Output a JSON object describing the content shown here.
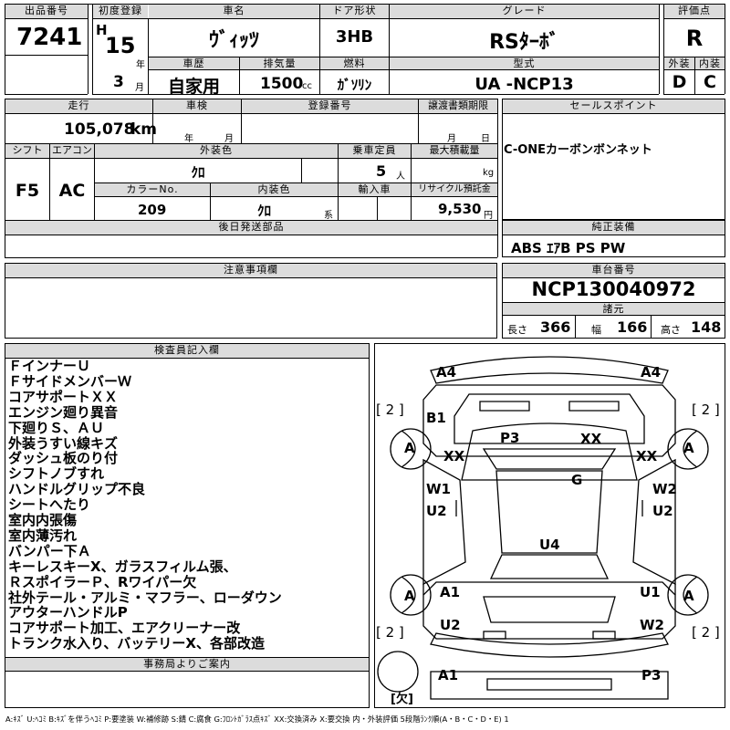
{
  "top": {
    "lot_number_label": "出品番号",
    "lot_number": "7241",
    "first_reg_label": "初度登録",
    "era": "H",
    "year": "15",
    "year_unit": "年",
    "month": "3",
    "month_unit": "月",
    "car_name_label": "車名",
    "car_name": "ｳﾞｨｯﾂ",
    "door_label": "ドア形状",
    "door": "3HB",
    "grade_label": "グレード",
    "grade": "RSﾀｰﾎﾞ",
    "score_label": "評価点",
    "score": "R",
    "history_label": "車歴",
    "history": "自家用",
    "displacement_label": "排気量",
    "displacement": "1500",
    "displacement_unit": "cc",
    "fuel_label": "燃料",
    "fuel": "ｶﾞｿﾘﾝ",
    "model_label": "型式",
    "model": "UA -NCP13",
    "exterior_label": "外装",
    "exterior": "D",
    "interior_label": "内装",
    "interior": "C"
  },
  "mid": {
    "mileage_label": "走行",
    "mileage": "105,078",
    "mileage_unit": "km",
    "inspection_label": "車検",
    "year_unit": "年",
    "month_unit": "月",
    "reg_no_label": "登録番号",
    "transfer_label": "譲渡書類期限",
    "day_unit": "日",
    "sales_label": "セールスポイント",
    "sales": "C-ONEカーボンボンネット",
    "shift_label": "シフト",
    "shift": "F5",
    "ac_label": "エアコン",
    "ac": "AC",
    "color_label": "外装色",
    "color": "ｸﾛ",
    "capacity_label": "乗車定員",
    "capacity": "5",
    "capacity_unit": "人",
    "load_label": "最大積載量",
    "load_unit": "kg",
    "color_no_label": "カラーNo.",
    "color_no": "209",
    "int_color_label": "内装色",
    "int_color": "ｸﾛ",
    "int_color_unit": "系",
    "import_label": "輸入車",
    "recycle_label": "リサイクル預託金",
    "recycle": "9,530",
    "recycle_unit": "円",
    "parts_label": "後日発送部品",
    "genuine_label": "純正装備",
    "genuine": "ABS ｴｱB PS PW",
    "caution_label": "注意事項欄",
    "chassis_label": "車台番号",
    "chassis": "NCP130040972",
    "dims_label": "諸元",
    "length_label": "長さ",
    "length": "366",
    "width_label": "幅",
    "width": "166",
    "height_label": "高さ",
    "height": "148"
  },
  "notes": {
    "title": "検査員記入欄",
    "lines": [
      "ＦインナーＵ",
      "ＦサイドメンバーＷ",
      "コアサポートＸＸ",
      "エンジン廻り異音",
      "下廻りＳ、ＡＵ",
      "外装うすい線キズ",
      "ダッシュ板のり付",
      "シフトノブすれ",
      "ハンドルグリップ不良",
      "シートへたり",
      "室内内張傷",
      "室内薄汚れ",
      "バンパー下Ａ",
      "キーレスキーX、ガラスフィルム張、",
      "ＲスポイラーＰ、Rワイパー欠",
      "社外テール・アルミ・マフラー、ローダウン",
      "アウターハンドルP",
      "コアサポート加工、エアクリーナー改",
      "トランク水入り、バッテリーX、各部改造"
    ],
    "office_title": "事務局よりご案内"
  },
  "diagram": {
    "A4_left": "A4",
    "A4_right": "A4",
    "tire_tl": "[ 2 ]",
    "tire_tr": "[ 2 ]",
    "tire_bl": "[ 2 ]",
    "tire_br": "[ 2 ]",
    "B1": "B1",
    "P3": "P3",
    "XX_center": "XX",
    "wheel_fl": "A",
    "wheel_fr": "A",
    "wheel_rl": "A",
    "wheel_rr": "A",
    "XX_left": "XX",
    "XX_right": "XX",
    "G": "G",
    "W1": "W1",
    "W2": "W2",
    "U2_left": "U2",
    "U2_right": "U2",
    "U4": "U4",
    "A1_left": "A1",
    "U1": "U1",
    "U2_rear": "U2",
    "W2_rear": "W2",
    "A1_bottom": "A1",
    "P3_bottom": "P3",
    "spare": "欠"
  },
  "footer": {
    "legend": "A:ｷｽﾞ U:ﾍｺﾐ B:ｷｽﾞを伴うﾍｺﾐ P:要塗装 W:補修跡 S:錆 C:腐食 G:ﾌﾛﾝﾄｶﾞﾗｽ点ｷｽﾞ XX:交換済み X:要交換 内・外装評価 5段階ﾗﾝｸ順(A・B・C・D・E) 1"
  }
}
